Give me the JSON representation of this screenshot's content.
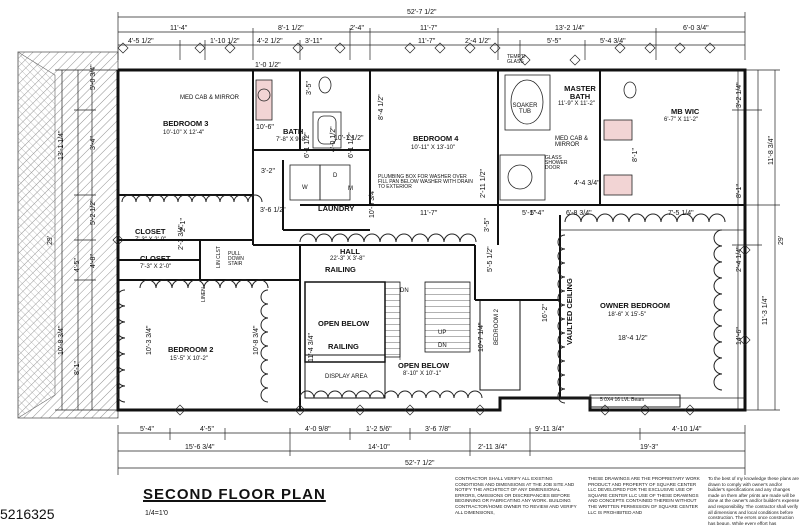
{
  "drawing": {
    "title": "SECOND FLOOR PLAN",
    "scale": "1/4=1'0",
    "listing_id": "5216325"
  },
  "dimensions": {
    "top_overall": "52'-7 1/2\"",
    "bottom_overall": "52'-7 1/2\"",
    "top_row1": [
      "11'-4\"",
      "8'-1 1/2\"",
      "2'-4\"",
      "11'-7\"",
      "13'-2 1/4\"",
      "6'-0 3/4\""
    ],
    "top_row2": [
      "4'-5 1/2\"",
      "1'-10 1/2\"",
      "4'-2 1/2\"",
      "3'-11\"",
      "11'-7\"",
      "2'-4 1/2\"",
      "5'-5\"",
      "5'-4 3/4\""
    ],
    "left_col": [
      "5'-0 3/4\"",
      "13'-1 1/4\"",
      "5'-2 1/2\"",
      "29'",
      "4'-5\"",
      "10'-8 3/4\"",
      "8'-1\"",
      "3'-4\"",
      "4'-8\""
    ],
    "right_col": [
      "3'-2 1/4\"",
      "11'-8 3/4\"",
      "29'",
      "2'-4 1/4\"",
      "11'-3 1/4\"",
      "14'-6\"",
      "8'-1\""
    ],
    "bottom_row1": [
      "5'-4\"",
      "4'-5\"",
      "4'-0 9/8\"",
      "1'-2 5/6\"",
      "3'-6 7/8\"",
      "9'-11 3/4\"",
      "4'-10 1/4\""
    ],
    "bottom_row2": [
      "15'-6 3/4\"",
      "14'-10\"",
      "2'-11 3/4\"",
      "19'-3\""
    ],
    "interior": [
      "1'-0 1/2\"",
      "10'-6\"",
      "3'-5\"",
      "6'-1 1/2\"",
      "3'-2\"",
      "6'-1 1/2\"",
      "4'-0 1/2\"",
      "10'-1 1/2\"",
      "8'-4 1/2\"",
      "2'-11 1/2\"",
      "10'-5 3/4\"",
      "11'-7\"",
      "3'-6 1/2\"",
      "5'-5 1/2\"",
      "6'-8 3/4\"",
      "7'-5 1/4\"",
      "5'-1\"",
      "4'-4 3/4\"",
      "8'-1\"",
      "18'-4 1/2\"",
      "10'-3 3/4\"",
      "10'-8 3/4\"",
      "11'-4 3/4\"",
      "3'-5\"",
      "16'-2\"",
      "10'-7 1/4\"",
      "2'-3 3/4\"",
      "2'-1\"",
      "5'-4\""
    ]
  },
  "rooms": {
    "bedroom3": {
      "name": "BEDROOM 3",
      "size": "10'-10\" X 12'-4\""
    },
    "bath": {
      "name": "BATH",
      "size": "7'-8\" X 9'-8\""
    },
    "bedroom4": {
      "name": "BEDROOM 4",
      "size": "10'-11\" X 13'-10\""
    },
    "master_bath": {
      "name": "MASTER BATH",
      "size": "11'-9\" X 11'-2\""
    },
    "mb_wic": {
      "name": "MB WIC",
      "size": "6'-7\" X 11'-2\""
    },
    "laundry": {
      "name": "LAUNDRY"
    },
    "closet1": {
      "name": "CLOSET",
      "size": "7'-3\" X 2'-0\""
    },
    "closet2": {
      "name": "CLOSET",
      "size": "7'-3\" X 2'-0\""
    },
    "linen": {
      "name": "LINEN"
    },
    "lin_clst": {
      "name": "LIN CLST"
    },
    "hall": {
      "name": "HALL",
      "size": "22'-3\" X 3'-8\""
    },
    "open_below1": {
      "name": "OPEN BELOW"
    },
    "open_below2": {
      "name": "OPEN BELOW",
      "size": "8'-10\" X 10'-1\""
    },
    "bedroom2": {
      "name": "BEDROOM 2",
      "size": "15'-5\" X 10'-2\""
    },
    "owner_bedroom": {
      "name": "OWNER BEDROOM",
      "size": "18'-6\" X 15'-5\""
    },
    "vaulted": {
      "name": "VAULTED CEILING"
    },
    "bedroom_small": {
      "name": "BEDROOM 2"
    }
  },
  "labels": {
    "med_cab_1": "MED CAB & MIRROR",
    "med_cab_2": "MED CAB & MIRROR",
    "soaker_tub": "SOAKER TUB",
    "glass_shower": "GLASS SHOWER DOOR",
    "tempered_glass": "TEMP'D GLASS",
    "plumbing_note": "PLUMBING BOX FOR WASHER OVER FILL PAN BELOW WASHER WITH DRAIN TO EXTERIOR",
    "railing_1": "RAILING",
    "railing_2": "RAILING",
    "display_area": "DISPLAY AREA",
    "dn_1": "DN",
    "dn_2": "DN",
    "up": "UP",
    "w": "W",
    "d": "D",
    "m": "M",
    "pull_down": "PULL DOWN STAIR",
    "window_note": "5 0X4 16 LVL Beam"
  },
  "notes": {
    "contractor": "CONTRACTOR SHALL VERIFY ALL EXISTING CONDITIONS AND DIMENSIONS AT THE JOB SITE AND NOTIFY THE ARCHITECT OF ANY DIMENSIONAL ERRORS, OMISSIONS OR DISCREPANCIES BEFORE BEGINNING OR FABRICATING ANY WORK. BUILDING CONTRACTOR/HOME OWNER TO REVIEW AND VERIFY ALL DIMENSIONS,",
    "property": "THESE DRAWINGS ARE THE PROPRIETARY WORK PRODUCT AND PROPERTY OF SQUARE CENTER LLC DEVELOPED FOR THE EXCLUSIVE USE OF SQUARE CENTER LLC USE OF THESE DRAWINGS AND CONCEPTS CONTAINED THEREIN WITHOUT THE WRITTEN PERMISSION OF SQUARE CENTER LLC IS PROHIBITED AND",
    "knowledge": "To the best of my knowledge these plans are drawn to comply with owner's and/or builder's specifications and any changes made on them after prints are made will be done at the owner's and/or builder's expense and responsibility. The contractor shall verify all dimensions and local conditions before construction. The errors once construction has begun. While every effort has"
  }
}
